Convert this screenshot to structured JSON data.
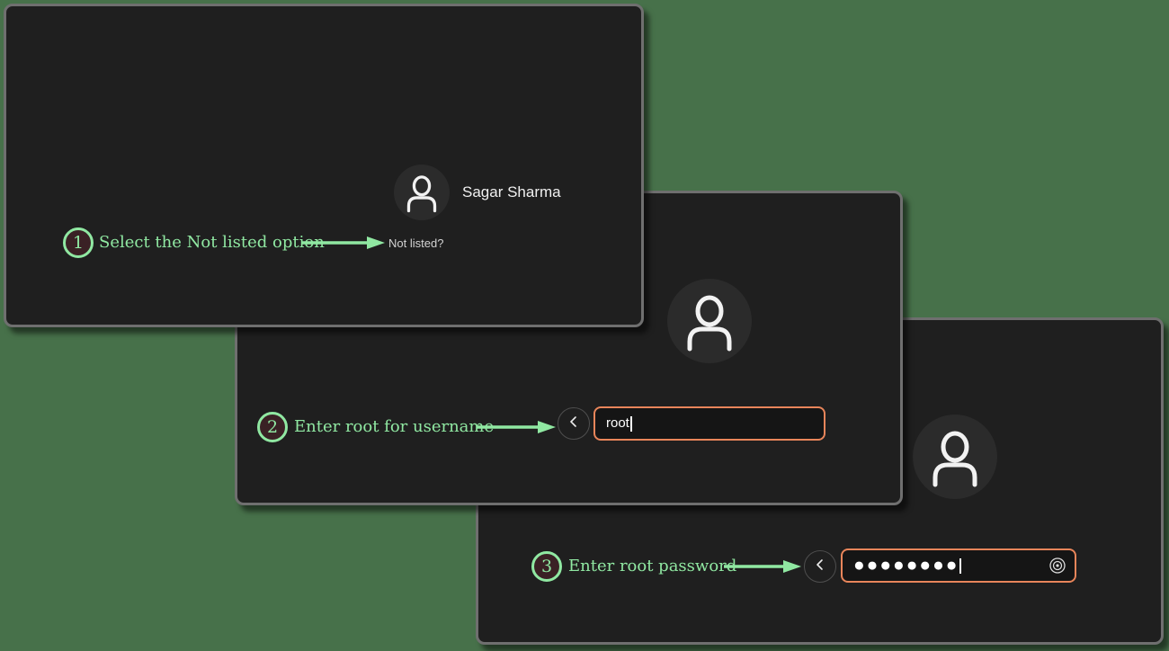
{
  "colors": {
    "background_green": "#47714a",
    "panel_background": "#1f1f1f",
    "panel_border_gray": "#6f6f6f",
    "annotation_green": "#90e8a2",
    "annotation_circle_fill": "#3a2125",
    "input_border_orange": "#e8855a",
    "avatar_circle": "#2b2b2b"
  },
  "icons": {
    "back_chevron": "chevron-left",
    "password_reveal": "eye",
    "user_avatar": "person"
  },
  "login_screens": [
    {
      "user_name": "Sagar Sharma",
      "not_listed_label": "Not listed?"
    },
    {
      "username_input": {
        "value": "root"
      }
    },
    {
      "password_input": {
        "masked_value": "●●●●●●●●"
      }
    }
  ],
  "annotations": [
    {
      "number": "1",
      "label": "Select the Not listed option"
    },
    {
      "number": "2",
      "label": "Enter root for username"
    },
    {
      "number": "3",
      "label": "Enter root password"
    }
  ]
}
